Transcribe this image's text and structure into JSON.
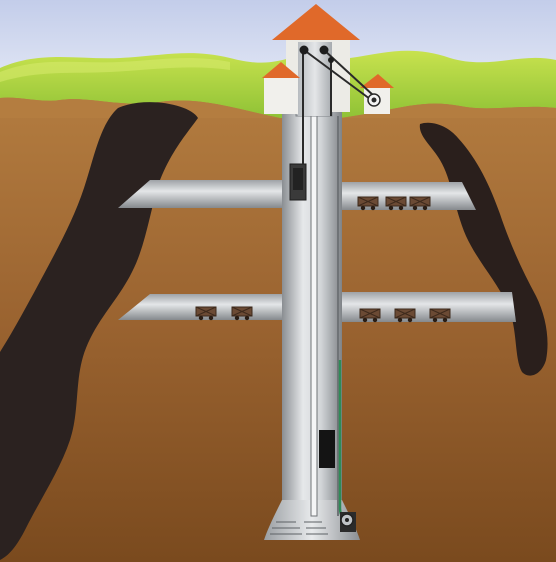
{
  "scene": {
    "description_free": true,
    "colors": {
      "sky_top": "#c9d3ee",
      "sky_bottom": "#e8edf8",
      "grass": "#a6cf3a",
      "grass_light": "#c7e04a",
      "soil_top": "#b27a3d",
      "soil_bottom": "#7a4a1e",
      "coal": "#2b2220",
      "shaft_light": "#e2e4e6",
      "shaft_dark": "#8e9296",
      "roof": "#e0692a",
      "wall": "#ecebe6",
      "cart": "#6b4a34",
      "cable_green": "#2e8b57"
    },
    "upper_left_tunnel_carts": 0,
    "upper_right_tunnel_carts": 3,
    "lower_left_tunnel_carts": 2,
    "lower_right_tunnel_carts": 3
  }
}
